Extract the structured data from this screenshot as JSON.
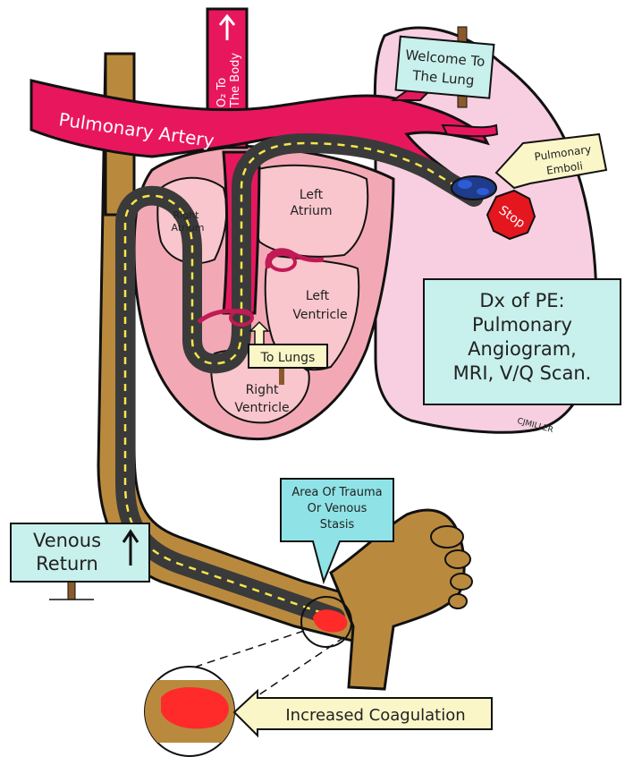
{
  "labels": {
    "pulmonary_artery": "Pulmonary Artery",
    "to_body_line1": "O₂ To",
    "to_body_line2": "The Body",
    "welcome_line1": "Welcome To",
    "welcome_line2": "The Lung",
    "pulmonary_emboli_line1": "Pulmonary",
    "pulmonary_emboli_line2": "Emboli",
    "stop": "Stop",
    "left_atrium_line1": "Left",
    "left_atrium_line2": "Atrium",
    "right_atrium_line1": "Right",
    "right_atrium_line2": "Atrium",
    "left_ventricle_line1": "Left",
    "left_ventricle_line2": "Ventricle",
    "right_ventricle_line1": "Right",
    "right_ventricle_line2": "Ventricle",
    "to_lungs": "To Lungs",
    "dx_line1": "Dx of PE:",
    "dx_line2": "Pulmonary",
    "dx_line3": "Angiogram,",
    "dx_line4": "MRI, V/Q Scan.",
    "signature": "CJMILLER",
    "trauma_line1": "Area Of Trauma",
    "trauma_line2": "Or Venous",
    "trauma_line3": "Stasis",
    "venous_line1": "Venous",
    "venous_line2": "Return",
    "coagulation": "Increased Coagulation"
  },
  "colors": {
    "artery": "#e8175d",
    "vein": "#b98a3e",
    "road": "#3a3a3a",
    "lung": "#f7cfe0",
    "heart": "#f3a9b5",
    "sign": "#c8f0ec",
    "note": "#fbf6c8",
    "stop": "#e4161e",
    "clot": "#ff2a2a"
  },
  "icons": {
    "up_arrow": "up-arrow-icon",
    "left_arrow": "left-arrow-icon"
  }
}
